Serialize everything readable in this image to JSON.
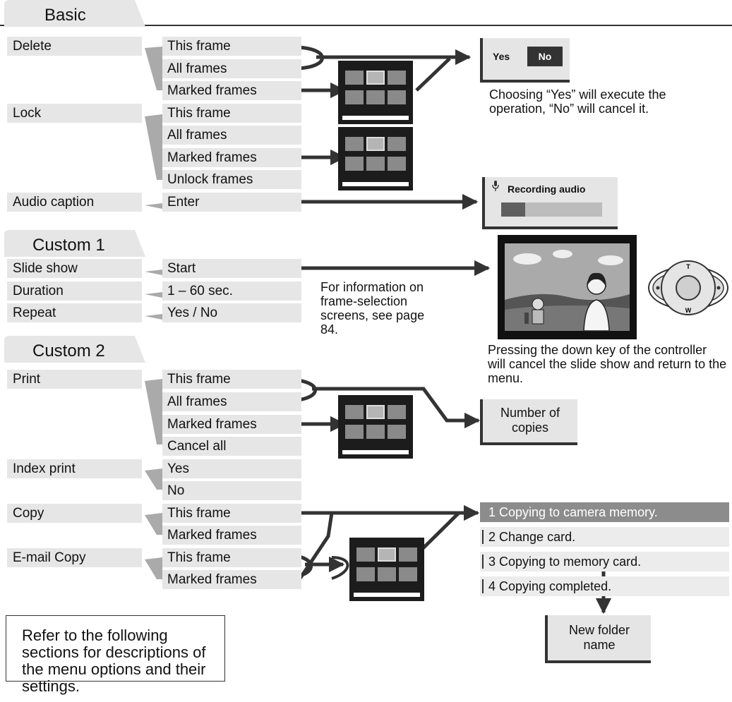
{
  "sections": [
    {
      "tab": "Basic",
      "items": [
        {
          "label": "Delete",
          "options": [
            "This frame",
            "All frames",
            "Marked frames"
          ]
        },
        {
          "label": "Lock",
          "options": [
            "This frame",
            "All frames",
            "Marked frames",
            "Unlock frames"
          ]
        },
        {
          "label": "Audio caption",
          "options": [
            "Enter"
          ]
        }
      ]
    },
    {
      "tab": "Custom 1",
      "items": [
        {
          "label": "Slide show",
          "options": [
            "Start"
          ]
        },
        {
          "label": "Duration",
          "options": [
            "1 – 60 sec."
          ]
        },
        {
          "label": "Repeat",
          "options": [
            "Yes / No"
          ]
        }
      ]
    },
    {
      "tab": "Custom 2",
      "items": [
        {
          "label": "Print",
          "options": [
            "This frame",
            "All frames",
            "Marked frames",
            "Cancel all"
          ]
        },
        {
          "label": "Index print",
          "options": [
            "Yes",
            "No"
          ]
        },
        {
          "label": "Copy",
          "options": [
            "This frame",
            "Marked frames"
          ]
        },
        {
          "label": "E-mail Copy",
          "options": [
            "This frame",
            "Marked frames"
          ]
        }
      ]
    }
  ],
  "confirm": {
    "yes": "Yes",
    "no": "No",
    "note": "Choosing “Yes” will execute the operation, “No” will cancel it."
  },
  "audio": {
    "label": "Recording audio",
    "progress": 0.24
  },
  "slideshow_note": "Pressing the down key of the controller will cancel the slide show and return to the menu.",
  "controller": {
    "top": "T",
    "bottom": "W"
  },
  "frame_selection_note": "For information on frame-selection screens, see page 84.",
  "copies_box": "Number of copies",
  "copy_steps": [
    "1 Copying to camera memory.",
    "2 Change card.",
    "3 Copying to memory card.",
    "4 Copying completed."
  ],
  "folder_box": "New folder name",
  "info_box": "Refer to the following sections for descriptions of the menu options and their settings.",
  "colors": {
    "row_fill": "#e6e6e6",
    "dark": "#333333",
    "active_step": "#8c8c8c"
  }
}
